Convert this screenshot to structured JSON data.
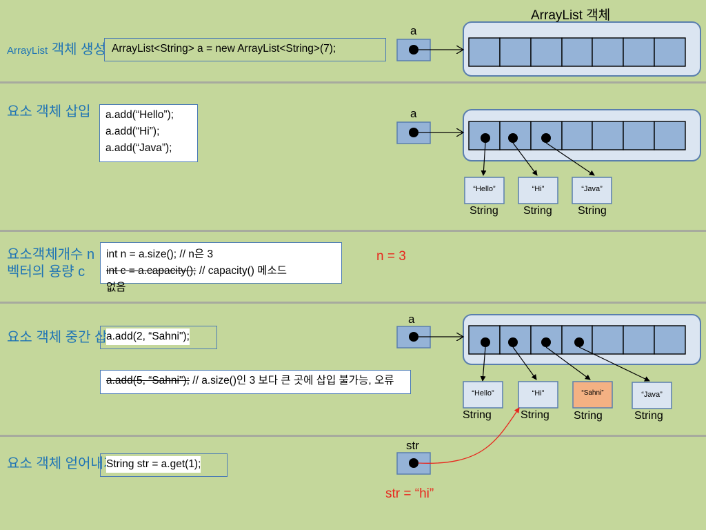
{
  "list_title": "ArrayList 객체",
  "sections": {
    "create": {
      "label_prefix": "ArrayList",
      "label_suffix": " 객체 생성",
      "code": "ArrayList<String> a = new ArrayList<String>(7);",
      "ref": "a"
    },
    "insert": {
      "label": "요소 객체 삽입",
      "code": [
        "a.add(“Hello”);",
        "a.add(“Hi”);",
        "a.add(“Java”);"
      ],
      "ref": "a",
      "objects": [
        "“Hello”",
        "“Hi”",
        "“Java”"
      ],
      "type": "String"
    },
    "size": {
      "label_line1": "요소객체개수 n",
      "label_line2": "벡터의 용량 c",
      "code_line1": "int n = a.size(); // n은 3",
      "code_line2_strike": "int c = a.capacity();",
      "code_line2_rest": " // capacity() 메소드",
      "code_line3": "없음",
      "result": "n = 3"
    },
    "mid_insert": {
      "label": "요소 객체 중간 삽입",
      "code": "a.add(2,  “Sahni\");",
      "error_strike": "a.add(5,  “Sahni\");",
      "error_rest": " // a.size()인 3 보다 큰 곳에 삽입 불가능, 오류",
      "ref": "a",
      "objects": [
        "“Hello”",
        "“Hi”",
        "“Sahni”",
        "“Java”"
      ],
      "type": "String"
    },
    "get": {
      "label": "요소 객체 얻어내기",
      "code": "String str = a.get(1);",
      "ref": "str",
      "result": "str = “hi”"
    }
  },
  "colors": {
    "background": "#c4d79b",
    "cell": "#95b3d7",
    "container": "#dbe5f1",
    "label_blue": "#1f74b4",
    "result_red": "#e8261d",
    "highlight_object": "#f4b183"
  }
}
